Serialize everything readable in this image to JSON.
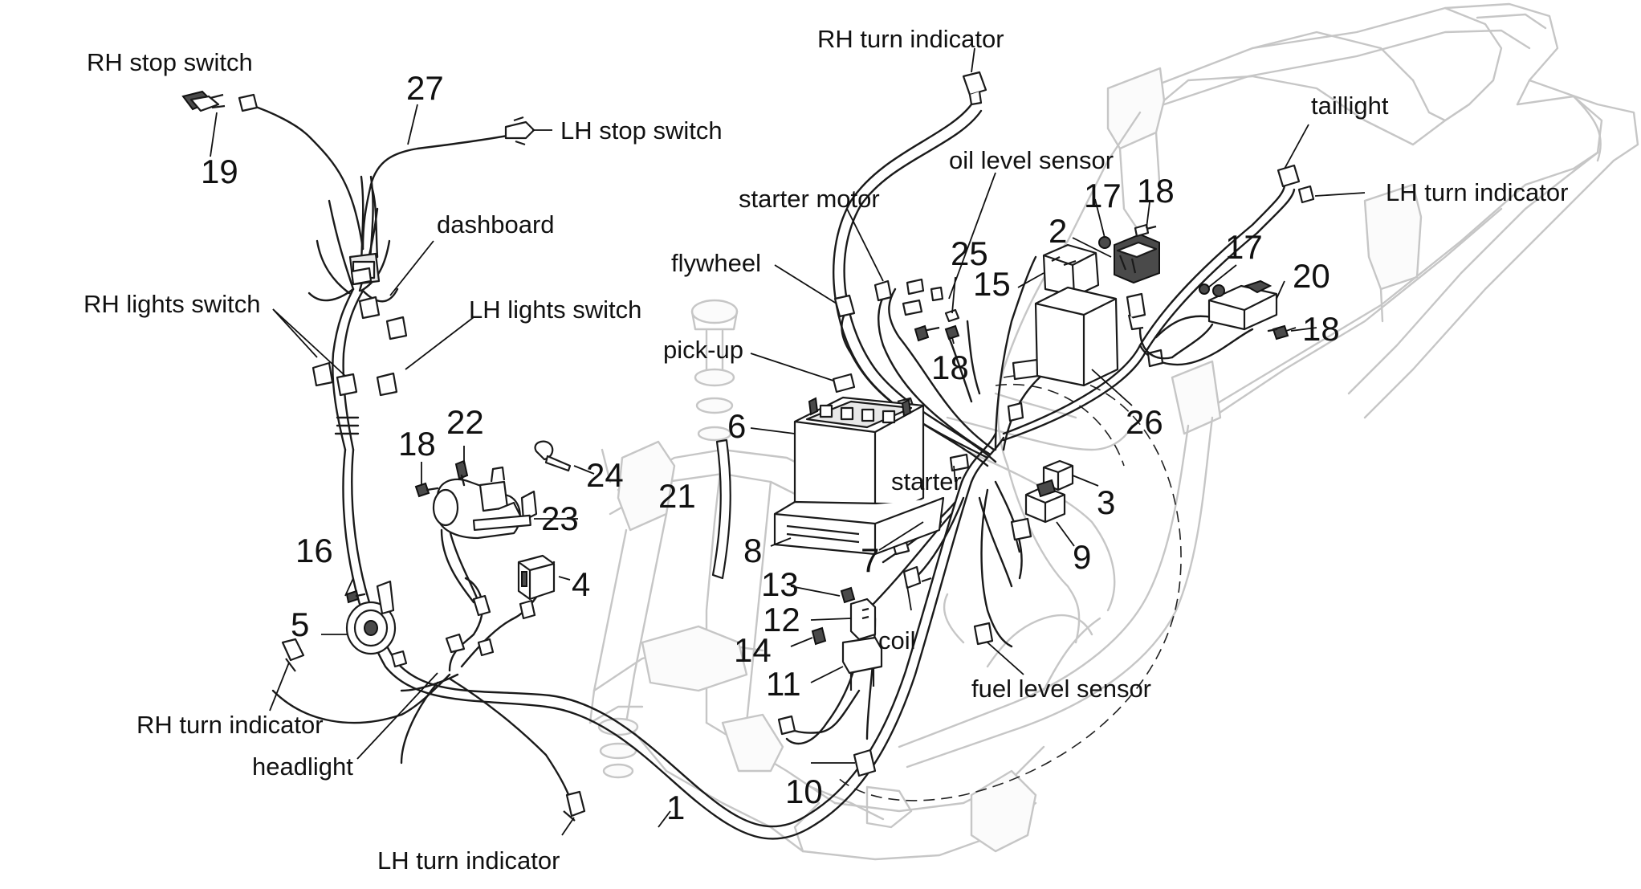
{
  "labels": {
    "rh_stop_switch": "RH stop switch",
    "lh_stop_switch": "LH stop switch",
    "dashboard": "dashboard",
    "rh_lights_switch": "RH lights switch",
    "lh_lights_switch": "LH lights switch",
    "rh_turn_indicator_top": "RH turn indicator",
    "starter_motor": "starter motor",
    "oil_level_sensor": "oil level sensor",
    "flywheel": "flywheel",
    "pick_up": "pick-up",
    "starter": "starter",
    "coil": "coil",
    "fuel_level_sensor": "fuel level sensor",
    "taillight": "taillight",
    "lh_turn_indicator_rear": "LH turn indicator",
    "rh_turn_indicator_front": "RH turn indicator",
    "headlight": "headlight",
    "lh_turn_indicator_front": "LH turn indicator"
  },
  "callouts": {
    "n1": "1",
    "n2": "2",
    "n3": "3",
    "n4": "4",
    "n5": "5",
    "n6": "6",
    "n7": "7",
    "n8": "8",
    "n9": "9",
    "n10": "10",
    "n11": "11",
    "n12": "12",
    "n13": "13",
    "n14": "14",
    "n15": "15",
    "n16": "16",
    "n17a": "17",
    "n17b": "17",
    "n18a": "18",
    "n18b": "18",
    "n18c": "18",
    "n18d": "18",
    "n19": "19",
    "n20": "20",
    "n21": "21",
    "n22": "22",
    "n23": "23",
    "n24": "24",
    "n25": "25",
    "n26": "26",
    "n27": "27"
  }
}
